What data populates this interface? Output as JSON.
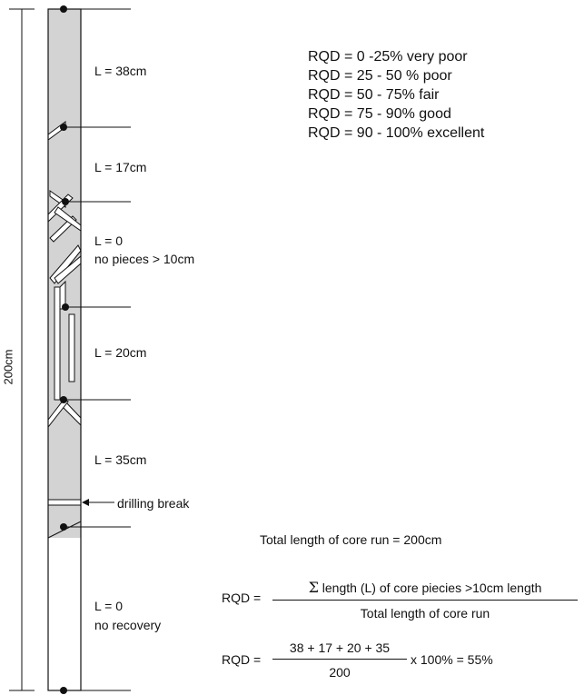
{
  "dimension": {
    "label": "200cm"
  },
  "segments": [
    {
      "label": "L = 38cm"
    },
    {
      "label": "L = 17cm"
    },
    {
      "label": "L = 0",
      "note": "no pieces > 10cm"
    },
    {
      "label": "L = 20cm"
    },
    {
      "label": "L = 35cm"
    },
    {
      "label": "L = 0",
      "note": "no recovery"
    }
  ],
  "drilling_break": {
    "label": "drilling break"
  },
  "legend": [
    "RQD = 0 -25% very poor",
    "RQD = 25 - 50 % poor",
    "RQD = 50 - 75% fair",
    "RQD = 75 - 90% good",
    "RQD = 90 - 100% excellent"
  ],
  "total_length": "Total length of core run = 200cm",
  "formula": {
    "lhs": "RQD =",
    "sigma": "Σ",
    "numerator": " length (L) of core piecies >10cm length",
    "denominator": "Total length of core run"
  },
  "calculation": {
    "lhs": "RQD =",
    "numerator": "38 + 17 + 20 + 35",
    "denominator": "200",
    "result": "x 100% = 55%"
  },
  "colors": {
    "core_fill": "#d3d3d3",
    "line": "#111111"
  }
}
